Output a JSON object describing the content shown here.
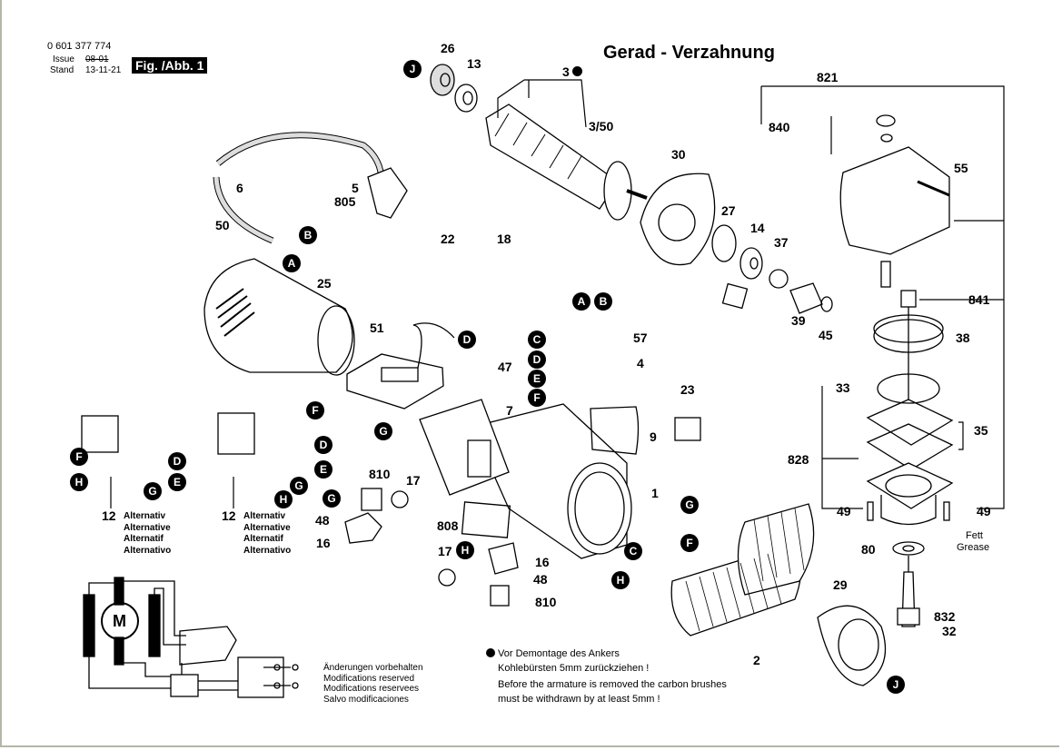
{
  "header": {
    "part_number": "0 601 377 774",
    "issue_label": "Issue",
    "stand_label": "Stand",
    "issue_date": "08-01",
    "stand_date": "13-11-21",
    "figure_label": "Fig. /Abb. 1"
  },
  "title": "Gerad - Verzahnung",
  "part_labels": {
    "p26": "26",
    "p13": "13",
    "p3": "3",
    "p3_50": "3/50",
    "p5": "5",
    "p805": "805",
    "p6": "6",
    "p50": "50",
    "p22": "22",
    "p18": "18",
    "p30": "30",
    "p27": "27",
    "p14": "14",
    "p37": "37",
    "p39": "39",
    "p45": "45",
    "p821": "821",
    "p840": "840",
    "p55": "55",
    "p841": "841",
    "p38": "38",
    "p33": "33",
    "p35": "35",
    "p828": "828",
    "p49a": "49",
    "p49b": "49",
    "p80": "80",
    "p29": "29",
    "p832": "832",
    "p32": "32",
    "p25": "25",
    "p51": "51",
    "p57": "57",
    "p4": "4",
    "p47": "47",
    "p7": "7",
    "p23": "23",
    "p9": "9",
    "p1": "1",
    "p810a": "810",
    "p17a": "17",
    "p48a": "48",
    "p16a": "16",
    "p808": "808",
    "p17b": "17",
    "p16b": "16",
    "p48b": "48",
    "p810b": "810",
    "p2": "2",
    "p12a": "12",
    "p12b": "12"
  },
  "connector_markers": {
    "J1": "J",
    "B1": "B",
    "A1": "A",
    "A2": "A",
    "B2": "B",
    "C1": "C",
    "D1": "D",
    "E1": "E",
    "F1": "F",
    "D2": "D",
    "F2": "F",
    "G1": "G",
    "D3": "D",
    "E2": "E",
    "G2": "G",
    "H1": "H",
    "F3": "F",
    "D4": "D",
    "H2": "H",
    "E3": "E",
    "G3": "G",
    "G4": "G",
    "H3": "H",
    "G5": "G",
    "F4": "F",
    "C2": "C",
    "H4": "H",
    "J2": "J"
  },
  "alternative_labels": [
    "Alternativ",
    "Alternative",
    "Alternatif",
    "Alternativo"
  ],
  "motor_symbol": "M",
  "modifications": [
    "Änderungen vorbehalten",
    "Modifications reserved",
    "Modifications reservees",
    "Salvo modificaciones"
  ],
  "armature_note": {
    "line1": "Vor Demontage des Ankers",
    "line2": "Kohlebürsten 5mm zurückziehen !",
    "line3": "Before the armature is removed the carbon brushes",
    "line4": "must be withdrawn by at least 5mm !"
  },
  "grease": {
    "de": "Fett",
    "en": "Grease"
  }
}
